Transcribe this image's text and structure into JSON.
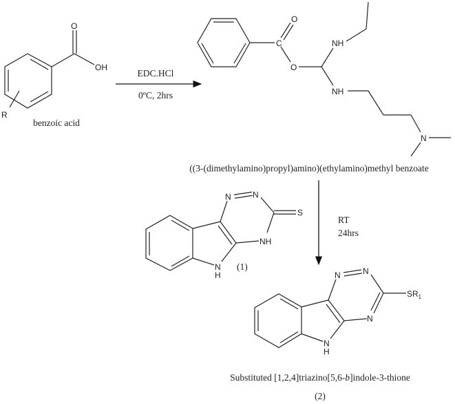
{
  "reactant": {
    "name": "benzoic acid",
    "atoms": {
      "o": "O",
      "oh": "OH",
      "r": "R"
    }
  },
  "step1": {
    "reagent": "EDC.HCl",
    "conditions": "0ºC, 2hrs"
  },
  "intermediate": {
    "name": "((3-(dimethylamino)propyl)amino)(ethylamino)methyl benzoate",
    "atoms": {
      "c": "C",
      "o_double": "O",
      "o_ester": "O",
      "nh1": "NH",
      "nh2": "NH",
      "n": "N"
    }
  },
  "compound1": {
    "label": "(1)",
    "atoms": {
      "n1": "N",
      "n2": "N",
      "s": "S",
      "nh": "NH",
      "n5": "N",
      "h5": "H"
    }
  },
  "step2": {
    "conditions_1": "RT",
    "conditions_2": "24hrs"
  },
  "product": {
    "name_prefix": "Substituted [1,2,4]triazino[5,6-",
    "name_italic": "b",
    "name_suffix": "]indole-3-thione",
    "label": "(2)",
    "atoms": {
      "n1": "N",
      "n2": "N",
      "n4": "N",
      "sr": "SR",
      "sub": "1",
      "n5": "N",
      "h5": "H"
    }
  }
}
